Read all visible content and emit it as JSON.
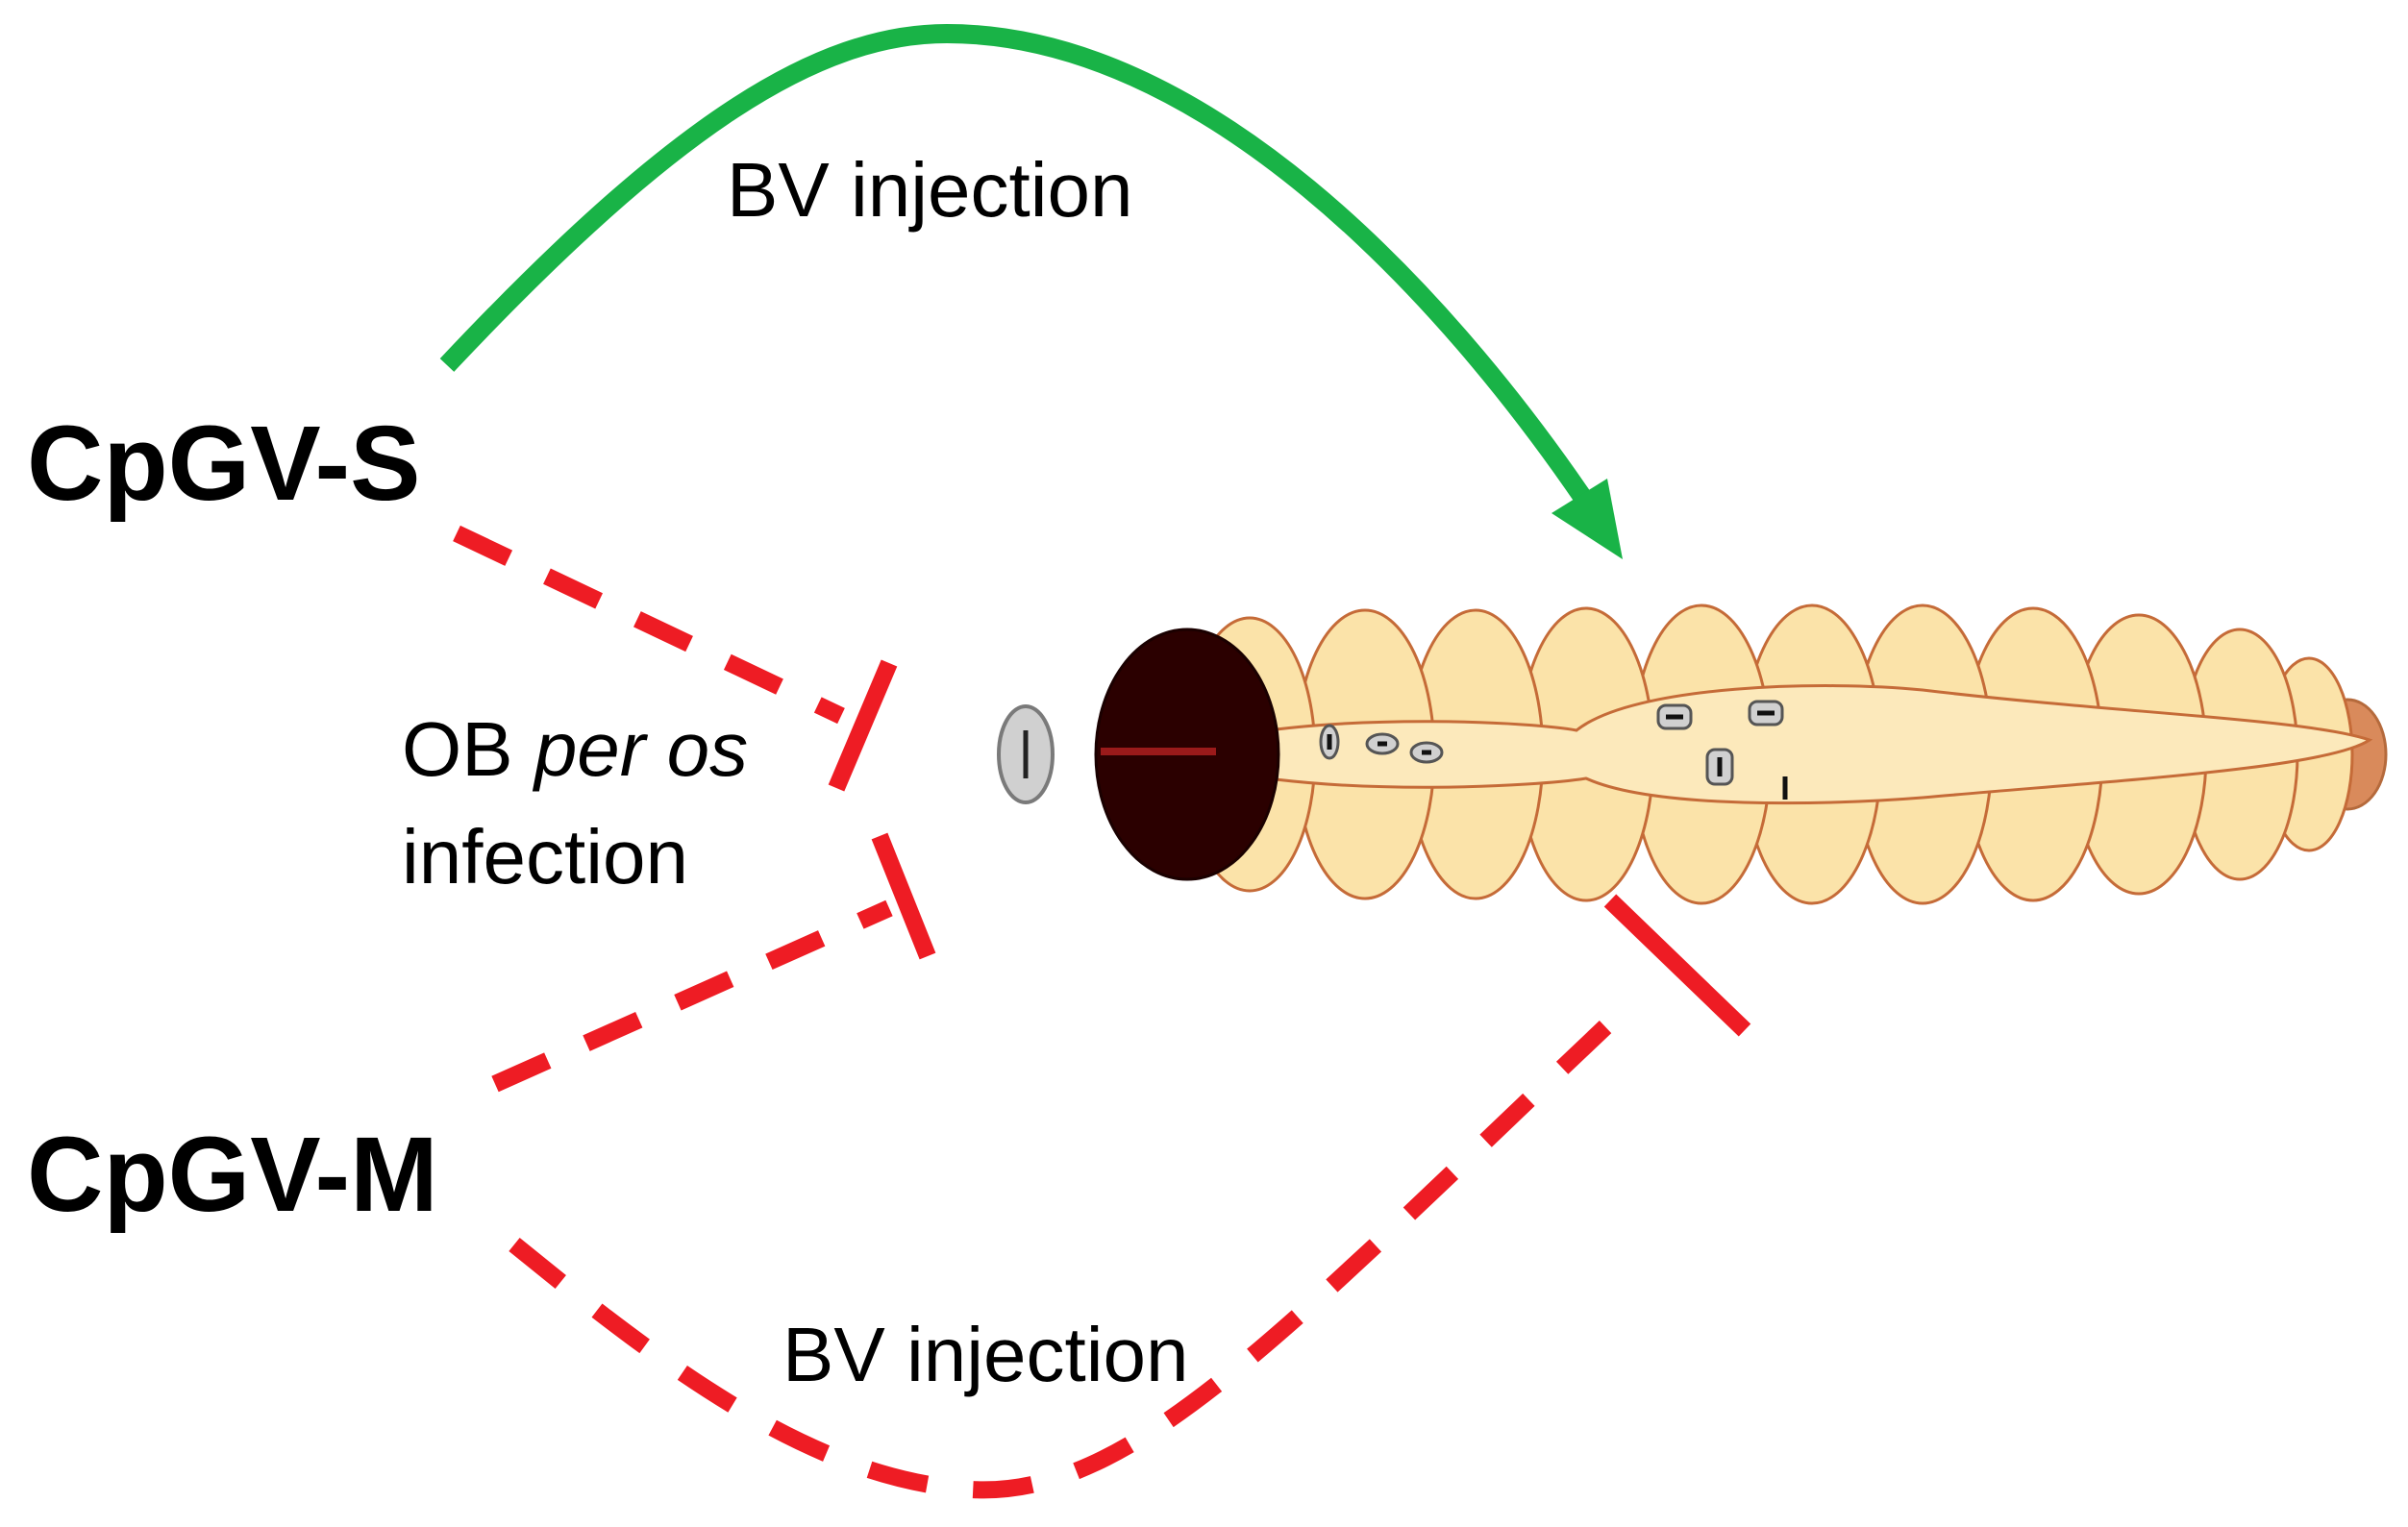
{
  "labels": {
    "strain_s": "CpGV-S",
    "strain_m": "CpGV-M",
    "bv_injection_top": "BV injection",
    "bv_injection_bottom": "BV injection",
    "ob_prefix": "OB ",
    "ob_italic": "per os",
    "ob_line2": "infection"
  },
  "colors": {
    "infection_success": "#19b347",
    "infection_blocked": "#ee1c24",
    "larva_body": "#fbe3a9",
    "larva_segment_line": "#c56b38",
    "larva_head": "#2b0000",
    "larva_tail": "#d98a5b",
    "occlusion_body": "#d0d0d0"
  },
  "icons": {
    "larva": "codling-moth-larva-icon",
    "occlusion_body": "occlusion-body-icon"
  }
}
